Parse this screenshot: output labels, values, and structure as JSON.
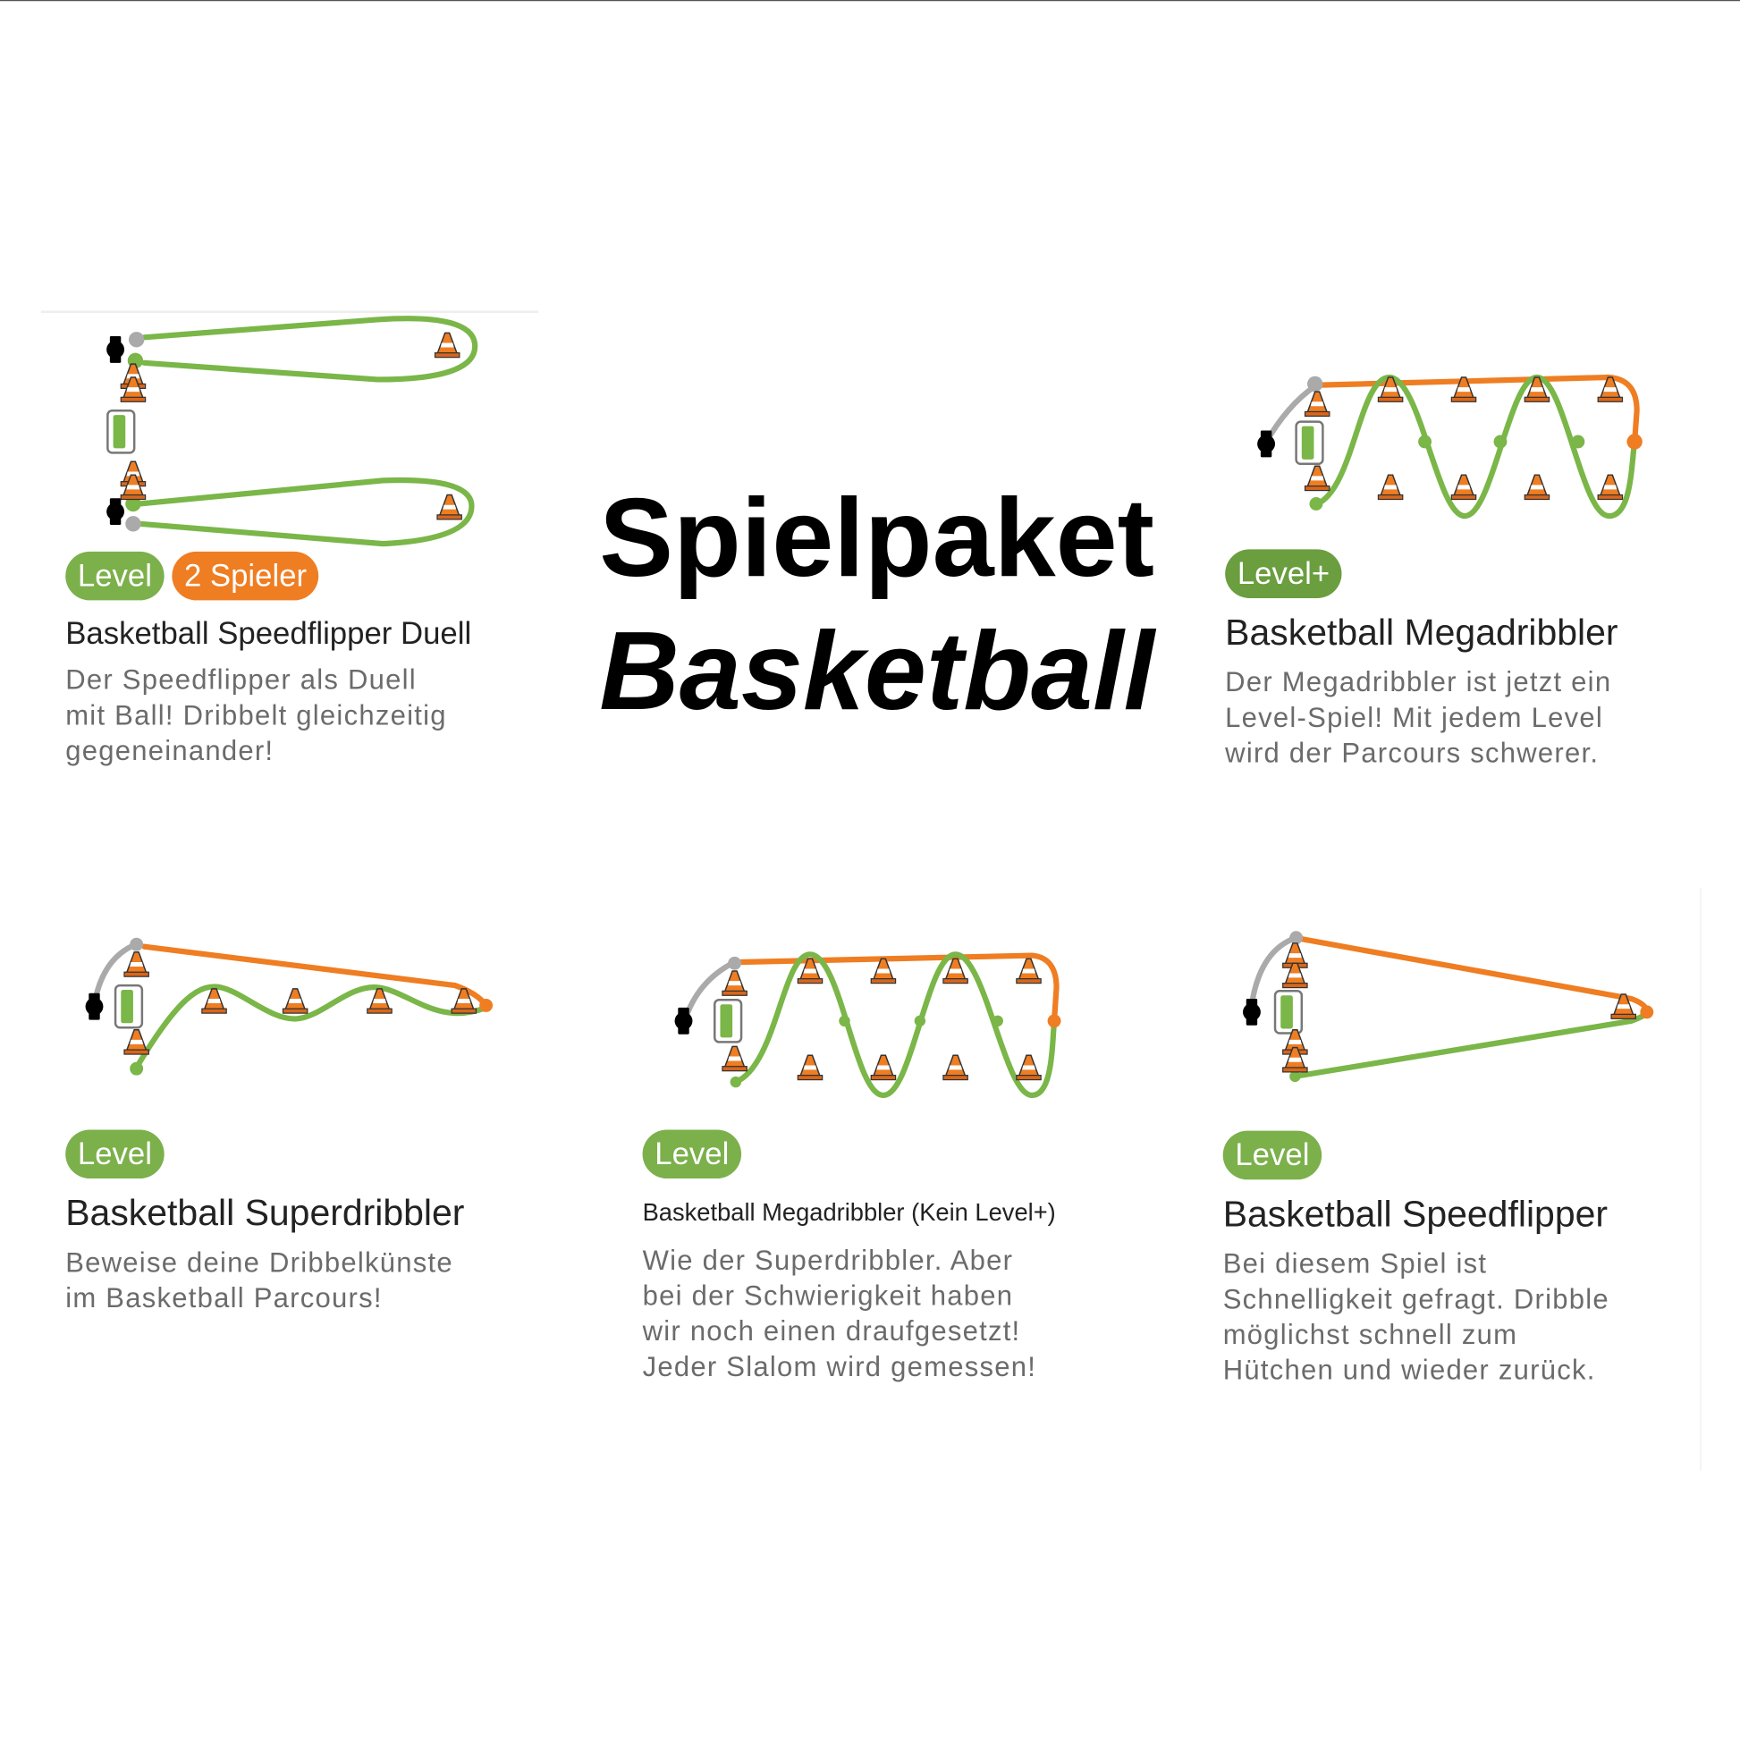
{
  "headline": {
    "line1": "Spielpaket",
    "line2": "Basketball"
  },
  "cards": [
    {
      "badges": [
        "Level",
        "2 Spieler"
      ],
      "title": "Basketball Speedflipper Duell",
      "desc": [
        "Der Speedflipper als Duell",
        "mit Ball! Dribbelt gleichzeitig",
        "gegeneinander!"
      ]
    },
    {
      "badges": [
        "Level+"
      ],
      "title": "Basketball Megadribbler",
      "desc": [
        "Der Megadribbler ist jetzt ein",
        "Level-Spiel! Mit jedem Level",
        "wird der Parcours schwerer."
      ]
    },
    {
      "badges": [
        "Level"
      ],
      "title": "Basketball Superdribbler",
      "desc": [
        "Beweise deine Dribbelkünste",
        "im Basketball Parcours!"
      ]
    },
    {
      "badges": [
        "Level"
      ],
      "title": "Basketball Megadribbler (Kein Level+)",
      "desc": [
        "Wie der Superdribbler. Aber",
        "bei der Schwierigkeit haben",
        "wir noch einen draufgesetzt!",
        "Jeder Slalom wird gemessen!"
      ]
    },
    {
      "badges": [
        "Level"
      ],
      "title": "Basketball Speedflipper",
      "desc": [
        "Bei diesem Spiel ist",
        "Schnelligkeit gefragt. Dribble",
        "möglichst schnell zum",
        "Hütchen und wieder zurück."
      ]
    }
  ],
  "colors": {
    "green": "#7ab648",
    "orange": "#ef7d22",
    "gray": "#a8a8a8"
  }
}
